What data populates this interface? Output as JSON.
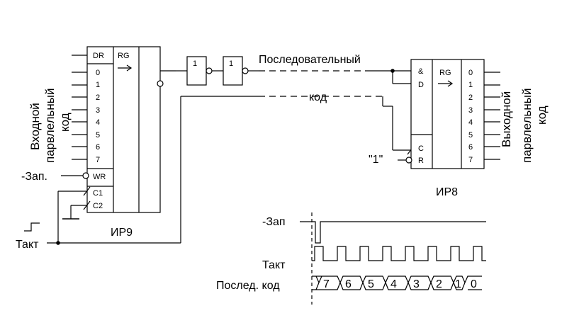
{
  "ir9": {
    "dr": "DR",
    "rg": "RG",
    "inputs": [
      "0",
      "1",
      "2",
      "3",
      "4",
      "5",
      "6",
      "7"
    ],
    "wr": "WR",
    "c1": "C1",
    "c2": "C2",
    "name": "ИР9"
  },
  "gates": {
    "g1": "1",
    "g2": "1"
  },
  "ir8": {
    "and": "&",
    "d": "D",
    "rg": "RG",
    "c": "C",
    "r": "R",
    "outputs": [
      "0",
      "1",
      "2",
      "3",
      "4",
      "5",
      "6",
      "7"
    ],
    "name": "ИР8"
  },
  "labels": {
    "input_line1": "Входной",
    "input_line2": "парвлельный",
    "input_line3": "код",
    "output_line1": "Выходной",
    "output_line2": "парвлельный",
    "output_line3": "код",
    "write_left": "-Зап.",
    "clock_left": "Такт",
    "serial_1": "Последовательный",
    "serial_2": "код",
    "one": "\"1\""
  },
  "timing": {
    "write": "-Зап",
    "clock": "Такт",
    "serial": "Послед. код",
    "bits": [
      "7",
      "6",
      "5",
      "4",
      "3",
      "2",
      "1",
      "0"
    ]
  }
}
